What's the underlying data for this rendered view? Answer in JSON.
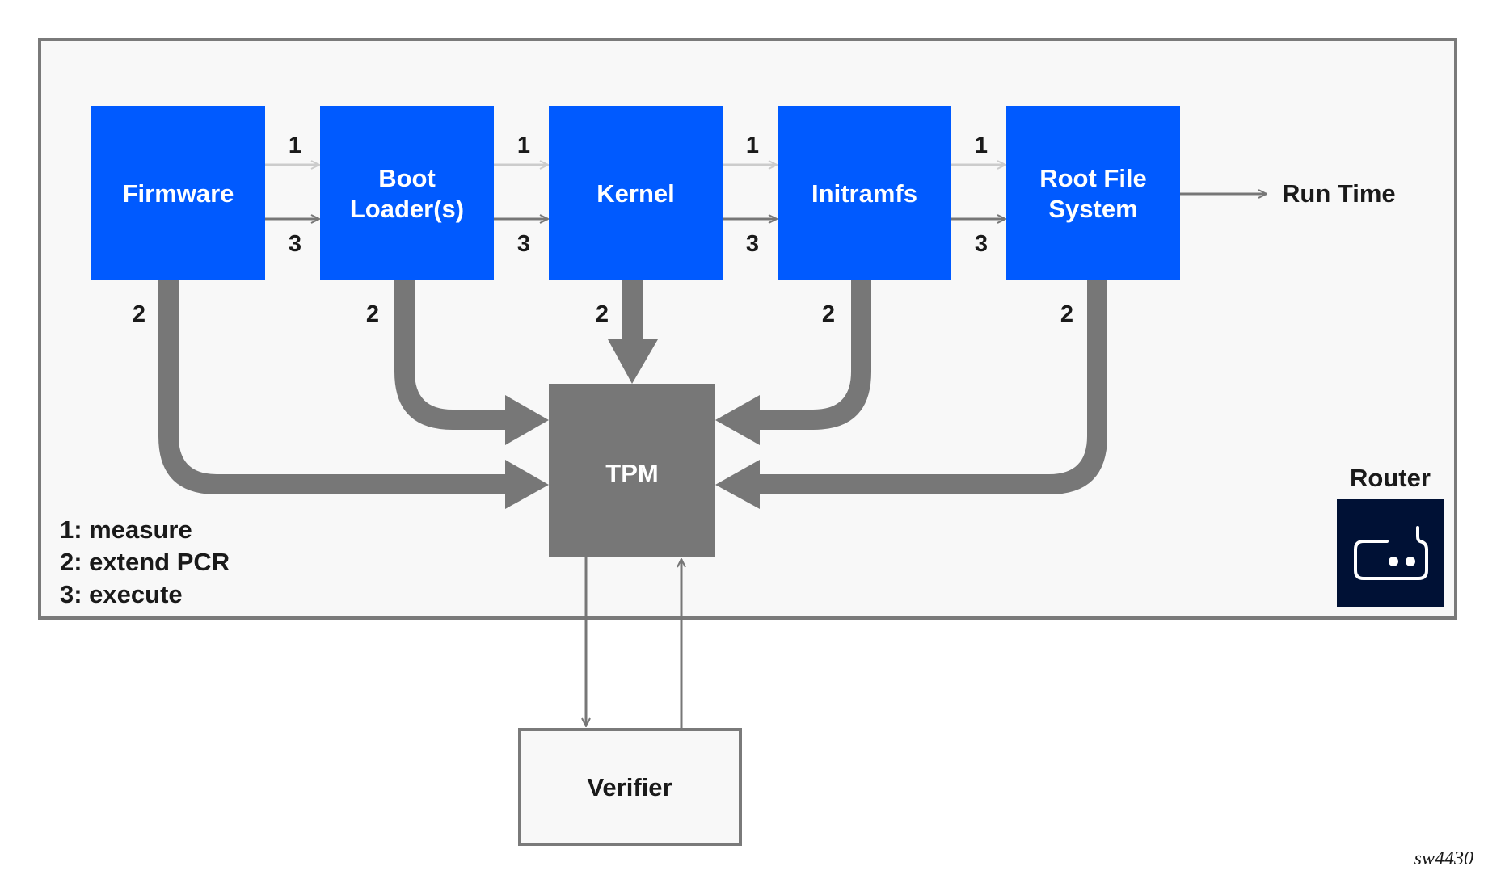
{
  "diagram": {
    "container_label": "Router",
    "stages": [
      {
        "id": "firmware",
        "lines": [
          "Firmware"
        ]
      },
      {
        "id": "boot-loader",
        "lines": [
          "Boot",
          "Loader(s)"
        ]
      },
      {
        "id": "kernel",
        "lines": [
          "Kernel"
        ]
      },
      {
        "id": "initramfs",
        "lines": [
          "Initramfs"
        ]
      },
      {
        "id": "root-file-system",
        "lines": [
          "Root File",
          "System"
        ]
      }
    ],
    "tpm_label": "TPM",
    "verifier_label": "Verifier",
    "run_time_label": "Run Time",
    "step_labels": {
      "measure": "1",
      "extend": "2",
      "execute": "3"
    },
    "legend": [
      "1: measure",
      "2: extend PCR",
      "3: execute"
    ],
    "router_icon": "router-icon",
    "figure_id": "sw4430",
    "colors": {
      "stage_fill": "#005AFF",
      "tpm_fill": "#777777",
      "pipe": "#777777",
      "measure_arrow": "#CCCCCC",
      "execute_arrow": "#777777",
      "container_fill": "#F8F8F8",
      "container_border": "#7A7A7A",
      "router_tile": "#001135",
      "text": "#1A1A1A"
    }
  }
}
